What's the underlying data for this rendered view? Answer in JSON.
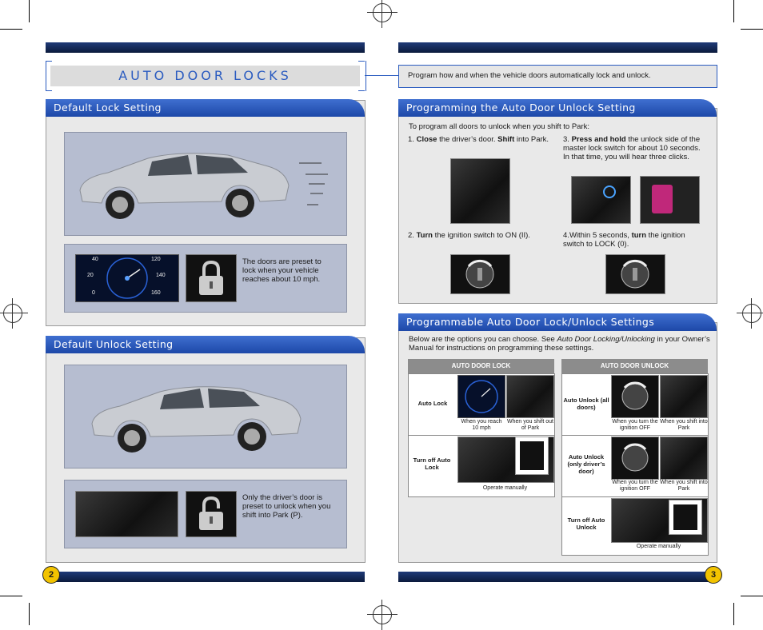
{
  "left": {
    "title": "AUTO DOOR LOCKS",
    "lock_section": {
      "heading": "Default Lock Setting",
      "description": "The doors are preset to lock when your vehicle reaches about 10 mph."
    },
    "unlock_section": {
      "heading": "Default Unlock Setting",
      "description": "Only the driver’s door is preset to unlock when you shift into Park (P)."
    },
    "page_number": "2"
  },
  "right": {
    "intro": "Program how and when the vehicle doors automatically lock and unlock.",
    "programming": {
      "heading": "Programming the Auto Door Unlock Setting",
      "lead": "To program all doors to unlock when you shift to Park:",
      "step1_num": "1.",
      "step1_b1": "Close",
      "step1_t1": " the driver’s door. ",
      "step1_b2": "Shift",
      "step1_t2": " into Park.",
      "step2_num": "2.",
      "step2_b": "Turn",
      "step2_t": " the ignition switch to ON (II).",
      "step3_num": "3.",
      "step3_b": "Press and hold",
      "step3_t": " the unlock side of the master lock switch for about 10 seconds. In that time, you will hear three clicks.",
      "step4_num": "4.",
      "step4_t1": "Within 5 seconds, ",
      "step4_b": "turn",
      "step4_t2": " the ignition switch to LOCK (0)."
    },
    "options": {
      "heading": "Programmable Auto Door Lock/Unlock Settings",
      "lead_1": "Below are the options you can choose. See ",
      "lead_italic": "Auto Door Locking/Unlocking",
      "lead_2": " in your Owner’s Manual for instructions on programming these settings.",
      "lock_table": {
        "header": "AUTO DOOR LOCK",
        "row1_label": "Auto Lock",
        "row1_cap1": "When you reach 10 mph",
        "row1_cap2": "When you shift out of Park",
        "row2_label": "Turn off Auto Lock",
        "row2_cap": "Operate manually"
      },
      "unlock_table": {
        "header": "AUTO DOOR UNLOCK",
        "row1_label": "Auto Unlock (all doors)",
        "row1_cap1": "When you turn the ignition OFF",
        "row1_cap2": "When you shift into Park",
        "row2_label": "Auto Unlock (only driver’s door)",
        "row2_cap1": "When you turn the ignition OFF",
        "row2_cap2": "When you shift into Park",
        "row3_label": "Turn off Auto Unlock",
        "row3_cap": "Operate manually"
      }
    },
    "page_number": "3"
  },
  "speedometer": {
    "ticks_left": [
      "40",
      "20",
      "0"
    ],
    "ticks_right": [
      "120",
      "140",
      "160"
    ]
  },
  "colors": {
    "tab_blue": "#2a5bc0",
    "bar_navy": "#0b1a3c",
    "title_blue": "#2a5bc0",
    "panel_gray": "#e9e9e9",
    "image_bg": "#b6bdd0"
  },
  "icons": [
    "lock-closed-icon",
    "lock-open-icon",
    "registration-mark-icon"
  ]
}
